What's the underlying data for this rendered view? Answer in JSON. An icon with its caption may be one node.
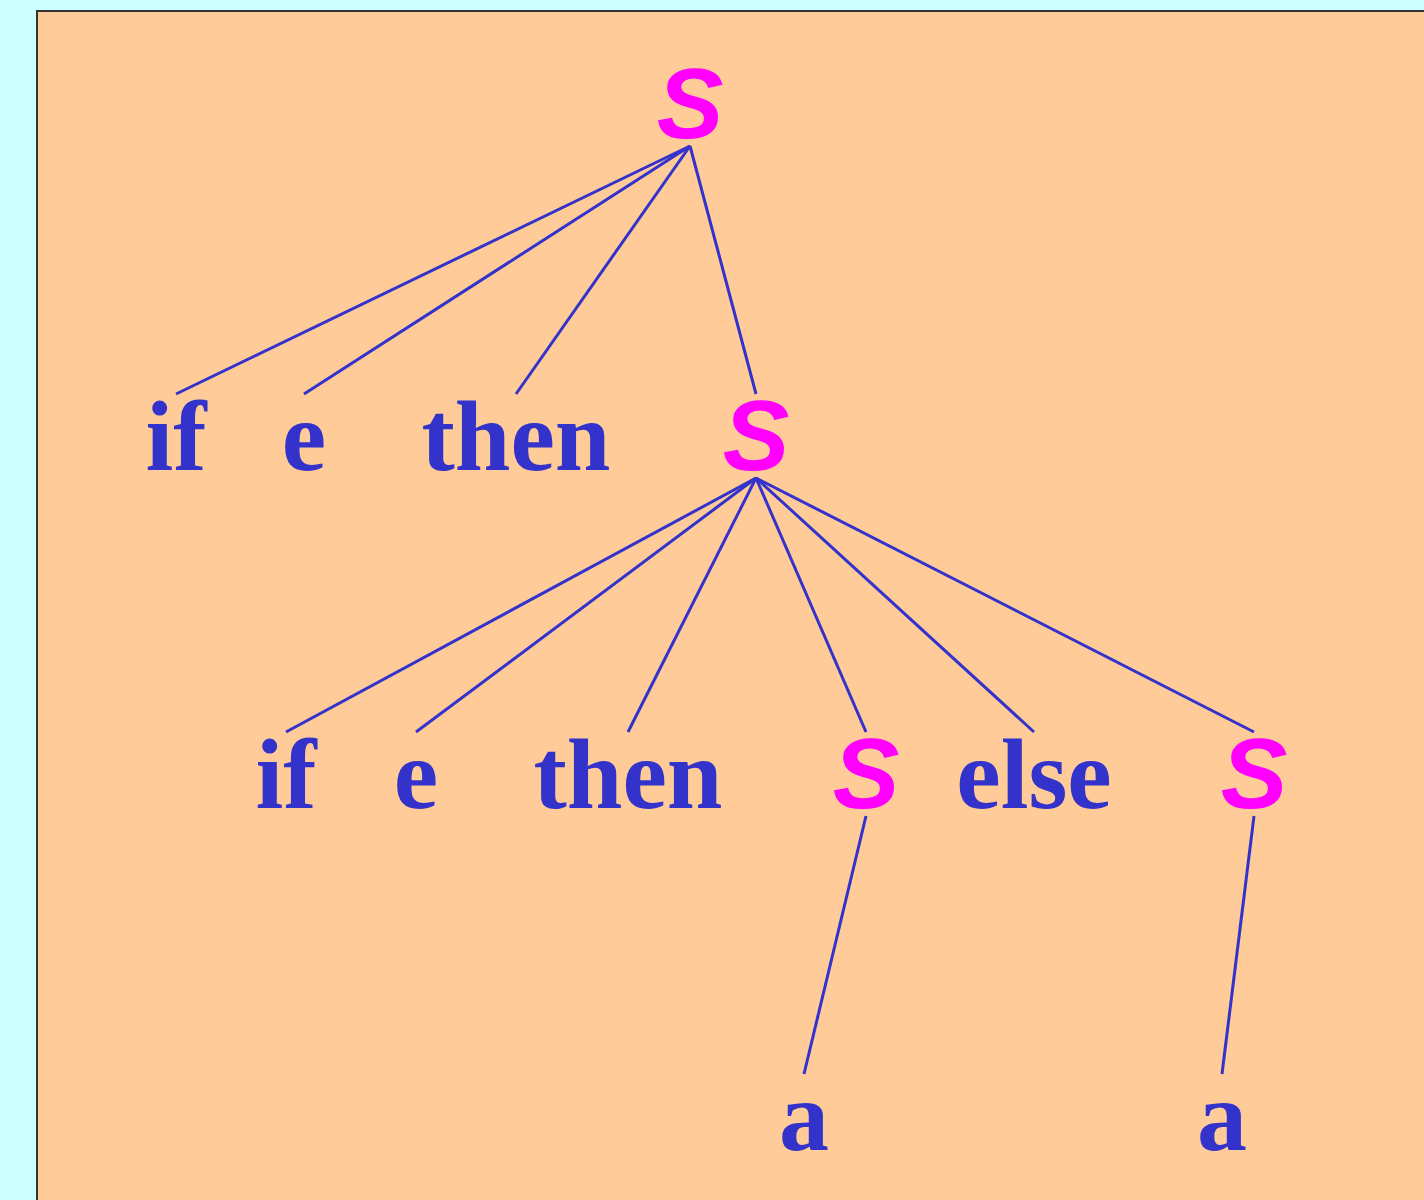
{
  "diagram": {
    "nodes": [
      {
        "text": [
          "S"
        ]
      },
      {
        "text": [
          "if"
        ]
      },
      {
        "text": [
          "e"
        ]
      },
      {
        "text": [
          "then"
        ]
      },
      {
        "text": [
          "S"
        ]
      },
      {
        "text": [
          "if"
        ]
      },
      {
        "text": [
          "e"
        ]
      },
      {
        "text": [
          "then"
        ]
      },
      {
        "text": [
          "S"
        ]
      },
      {
        "text": [
          "else"
        ]
      },
      {
        "text": [
          "S"
        ]
      },
      {
        "text": [
          "a"
        ]
      },
      {
        "text": [
          "a"
        ]
      }
    ],
    "edges": [
      {
        "from": 0,
        "to": 1,
        "arrow": "none"
      },
      {
        "from": 0,
        "to": 2,
        "arrow": "none"
      },
      {
        "from": 0,
        "to": 3,
        "arrow": "none"
      },
      {
        "from": 0,
        "to": 4,
        "arrow": "none"
      },
      {
        "from": 4,
        "to": 5,
        "arrow": "none"
      },
      {
        "from": 4,
        "to": 6,
        "arrow": "none"
      },
      {
        "from": 4,
        "to": 7,
        "arrow": "none"
      },
      {
        "from": 4,
        "to": 8,
        "arrow": "none"
      },
      {
        "from": 4,
        "to": 9,
        "arrow": "none"
      },
      {
        "from": 4,
        "to": 10,
        "arrow": "none"
      },
      {
        "from": 8,
        "to": 11,
        "arrow": "none"
      },
      {
        "from": 10,
        "to": 12,
        "arrow": "none"
      }
    ]
  }
}
